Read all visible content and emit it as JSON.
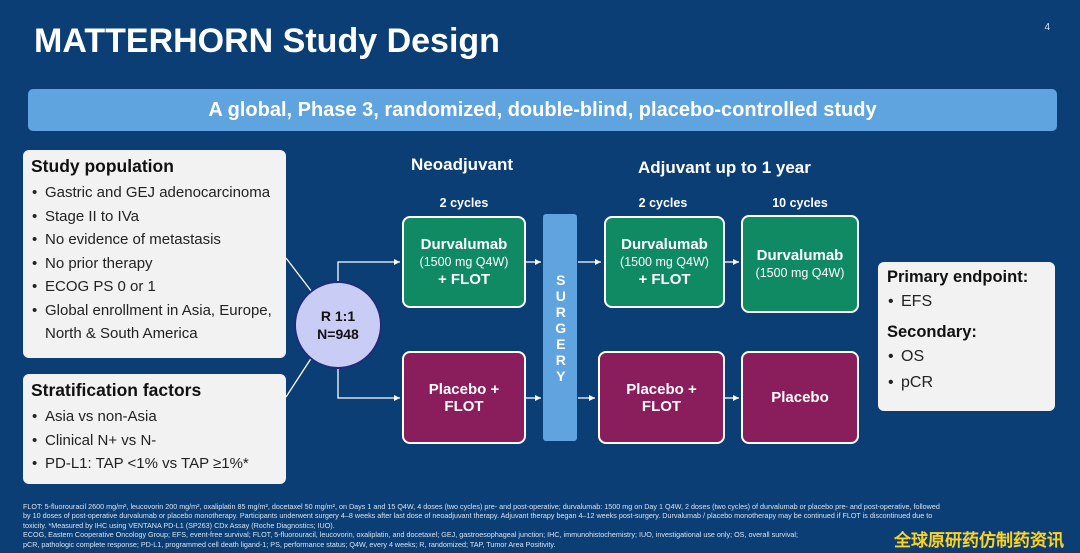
{
  "title": "MATTERHORN Study Design",
  "page_number": "4",
  "banner": "A global, Phase 3, randomized, double-blind, placebo-controlled study",
  "study_population": {
    "heading": "Study population",
    "items": [
      "Gastric and GEJ adenocarcinoma",
      "Stage II to IVa",
      "No evidence of metastasis",
      "No prior therapy",
      "ECOG PS 0 or 1",
      "Global enrollment in Asia, Europe, North & South America"
    ]
  },
  "stratification": {
    "heading": "Stratification factors",
    "items": [
      "Asia vs non-Asia",
      "Clinical N+ vs N-",
      "PD-L1: TAP <1% vs TAP ≥1%*"
    ]
  },
  "randomization": {
    "line1": "R 1:1",
    "line2": "N=948"
  },
  "phases": {
    "neoadjuvant": "Neoadjuvant",
    "adjuvant": "Adjuvant up to 1 year"
  },
  "cycles": {
    "neo": "2 cycles",
    "adj1": "2 cycles",
    "adj2": "10 cycles"
  },
  "arms": {
    "durva_neo": {
      "line1": "Durvalumab",
      "line2": "(1500 mg Q4W)",
      "line3": "+ FLOT"
    },
    "durva_adj": {
      "line1": "Durvalumab",
      "line2": "(1500 mg Q4W)",
      "line3": "+ FLOT"
    },
    "durva_mono": {
      "line1": "Durvalumab",
      "line2": "(1500 mg Q4W)"
    },
    "placebo_neo": {
      "line1": "Placebo +",
      "line2": "FLOT"
    },
    "placebo_adj": {
      "line1": "Placebo +",
      "line2": "FLOT"
    },
    "placebo_mono": {
      "line1": "Placebo"
    }
  },
  "surgery": "SURGERY",
  "endpoints": {
    "primary_heading": "Primary endpoint:",
    "primary_items": [
      "EFS"
    ],
    "secondary_heading": "Secondary:",
    "secondary_items": [
      "OS",
      "pCR"
    ]
  },
  "footnote_lines": [
    "FLOT: 5-fluorouracil 2600 mg/m², leucovorin 200 mg/m², oxaliplatin 85 mg/m², docetaxel 50 mg/m², on Days 1 and 15 Q4W, 4 doses (two cycles) pre- and post-operative; durvalumab: 1500 mg on Day 1 Q4W, 2 doses (two cycles) of durvalumab or placebo pre- and post-operative, followed",
    "by 10 doses of post-operative durvalumab or placebo monotherapy. Participants underwent surgery 4–8 weeks after last dose of neoadjuvant therapy. Adjuvant therapy began 4–12 weeks post-surgery. Durvalumab / placebo monotherapy may be continued if FLOT is discontinued due to",
    "toxicity. *Measured by IHC using VENTANA PD-L1 (SP263) CDx Assay (Roche Diagnostics; IUO).",
    "ECOG, Eastern Cooperative Oncology Group; EFS, event-free survival; FLOT, 5-fluorouracil, leucovorin, oxaliplatin, and docetaxel; GEJ, gastroesophageal junction; IHC, immunohistochemistry; IUO, investigational use only; OS, overall survival;",
    "pCR, pathologic complete response; PD-L1, programmed cell death ligand-1; PS, performance status; Q4W, every 4 weeks; R, randomized; TAP, Tumor Area Positivity."
  ],
  "watermark": "全球原研药仿制药资讯",
  "colors": {
    "background": "#0a3e74",
    "banner": "#5fa3df",
    "durvalumab_arm": "#0f8a63",
    "placebo_arm": "#8a1d5b",
    "randomization": "#c9cdf6",
    "watermark": "#ffd21f"
  }
}
